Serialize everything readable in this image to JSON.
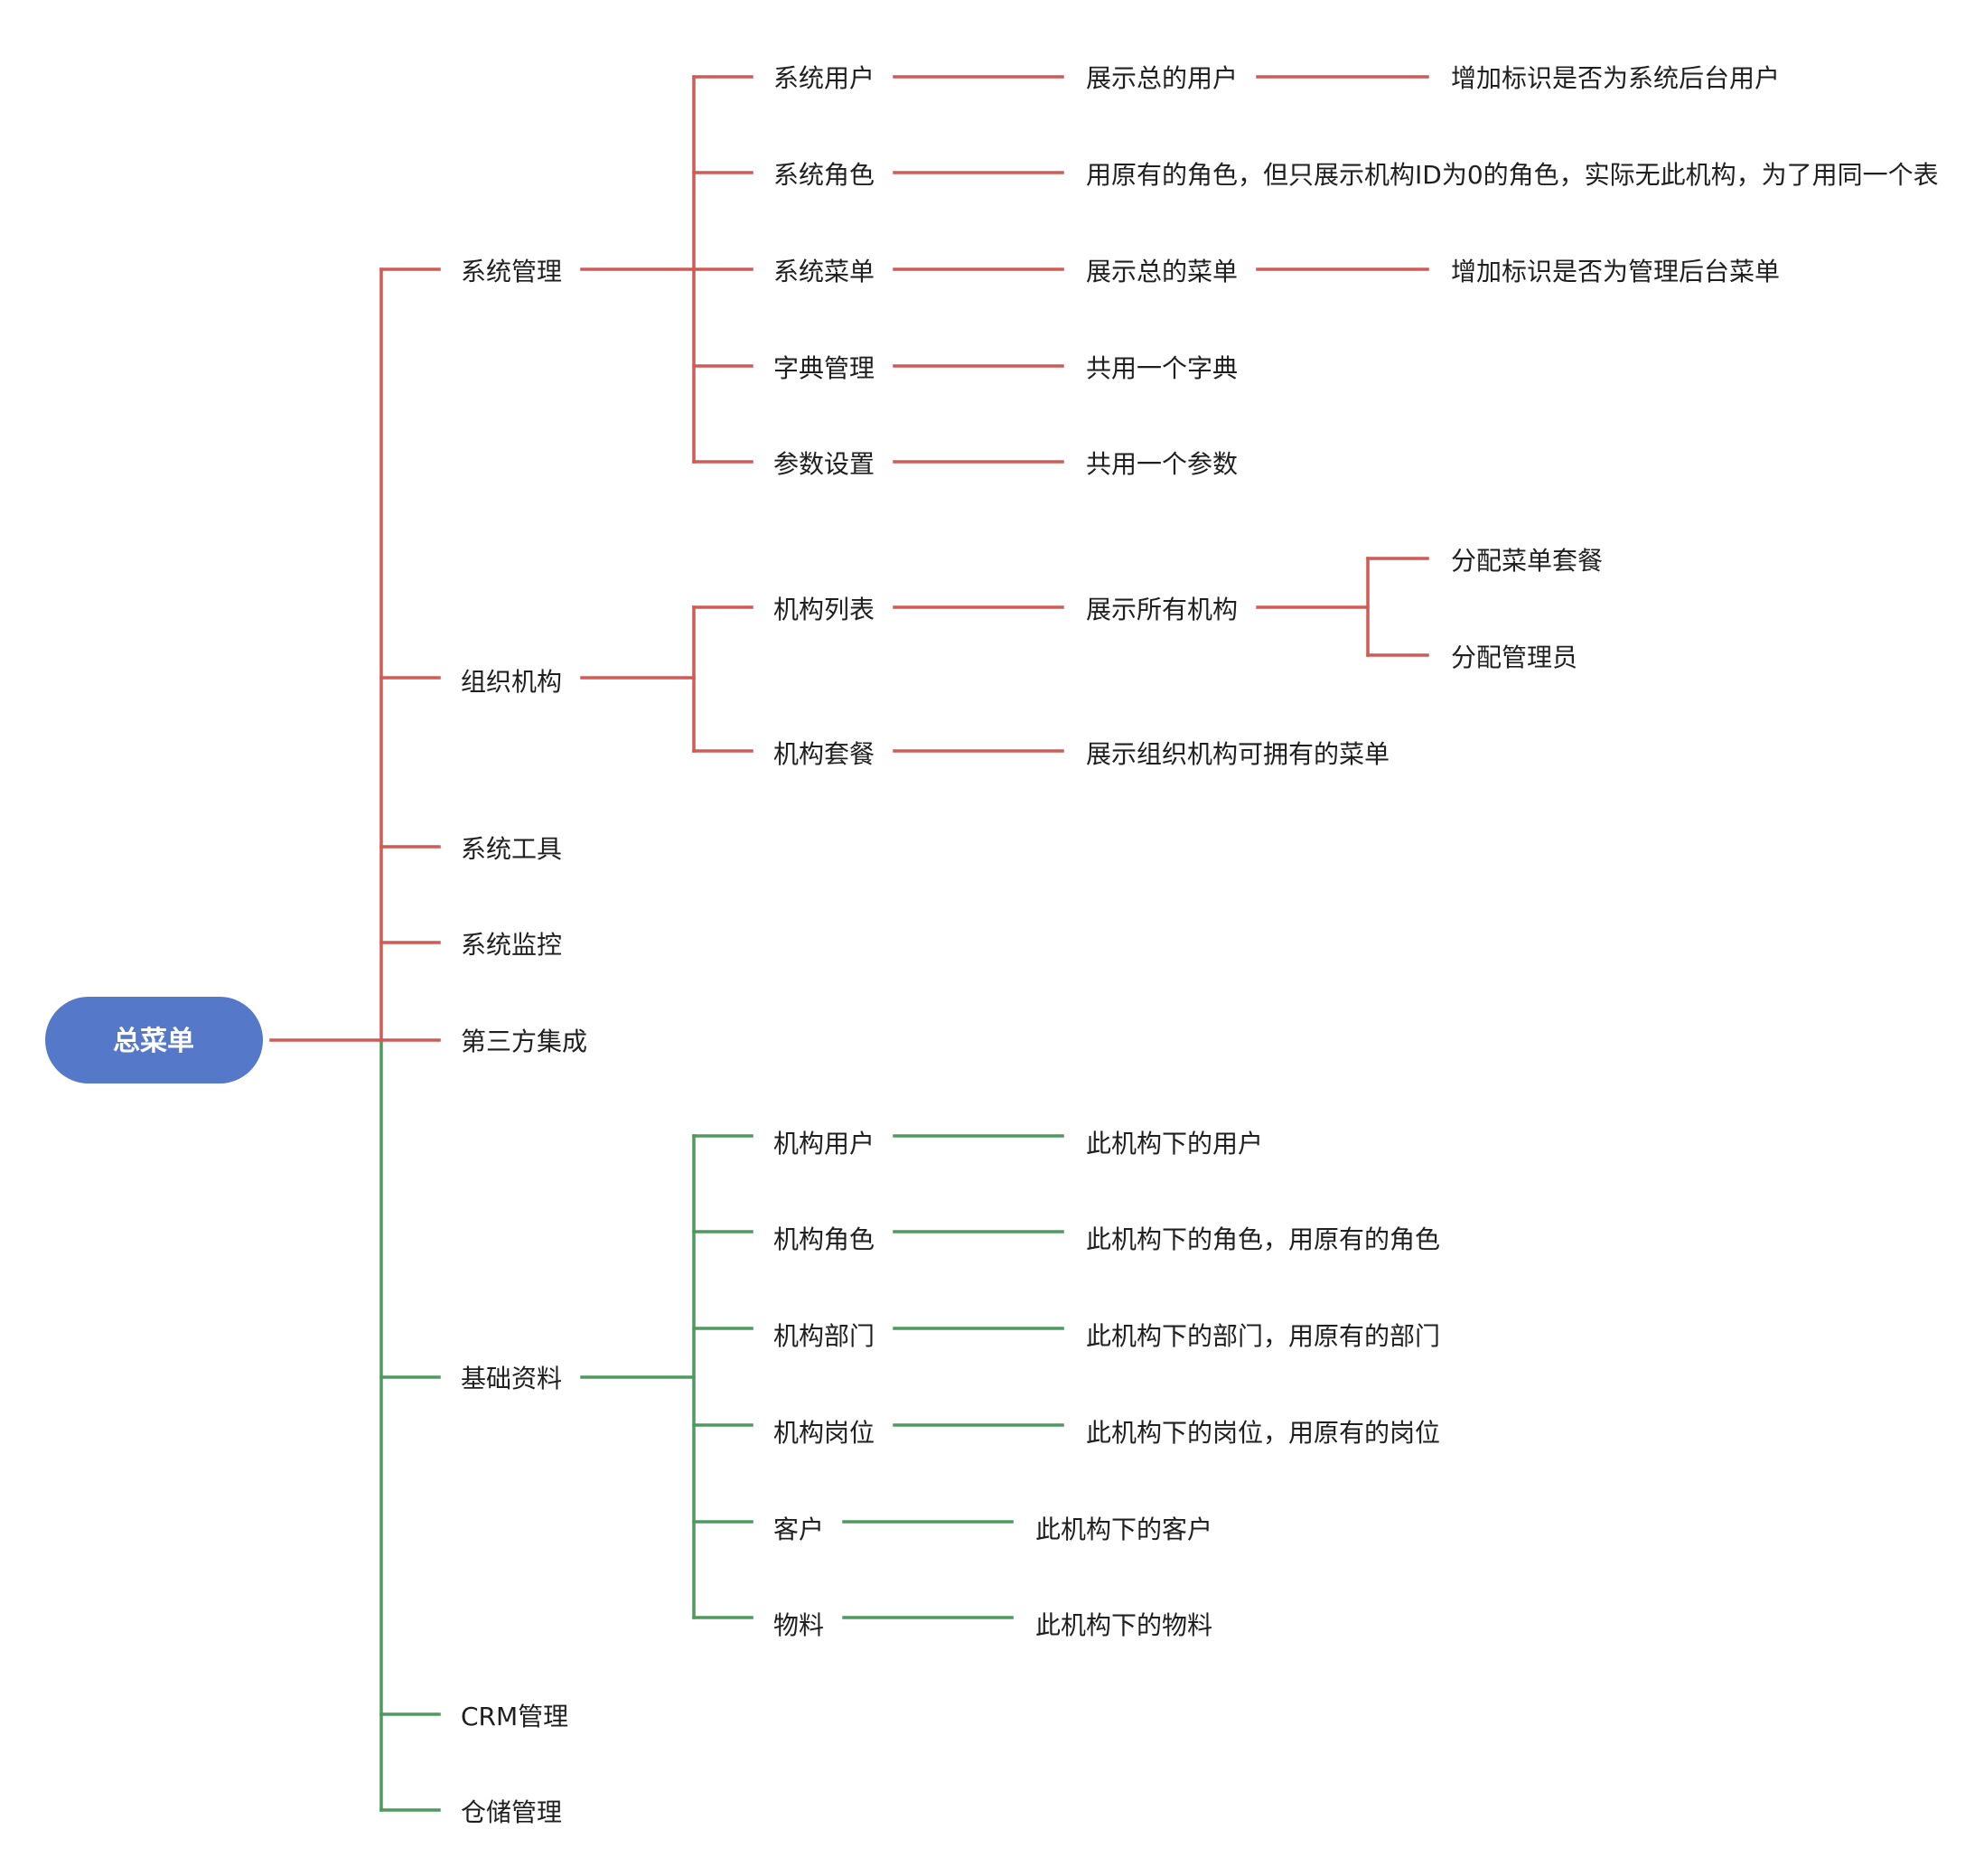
{
  "colors": {
    "root_fill": "#5578C8",
    "red": "#D05A55",
    "green": "#4E9A5E",
    "text": "#1f1f1f",
    "root_text": "#ffffff"
  },
  "root": {
    "label": "总菜单"
  },
  "nodes": {
    "sysmgmt": "系统管理",
    "sysuser": "系统用户",
    "showusers": "展示总的用户",
    "addflag_user": "增加标识是否为系统后台用户",
    "sysrole": "系统角色",
    "role_desc": "用原有的角色，但只展示机构ID为0的角色，实际无此机构，为了用同一个表",
    "sysmenu": "系统菜单",
    "showmenus": "展示总的菜单",
    "addflag_menu": "增加标识是否为管理后台菜单",
    "dict": "字典管理",
    "dict_desc": "共用一个字典",
    "params": "参数设置",
    "params_desc": "共用一个参数",
    "org": "组织机构",
    "orglist": "机构列表",
    "showorgs": "展示所有机构",
    "assign_pkg": "分配菜单套餐",
    "assign_admin": "分配管理员",
    "orgpkg": "机构套餐",
    "orgpkg_desc": "展示组织机构可拥有的菜单",
    "systools": "系统工具",
    "sysmon": "系统监控",
    "thirdparty": "第三方集成",
    "basic": "基础资料",
    "orguser": "机构用户",
    "orguser_desc": "此机构下的用户",
    "orgrole": "机构角色",
    "orgrole_desc": "此机构下的角色，用原有的角色",
    "orgdept": "机构部门",
    "orgdept_desc": "此机构下的部门，用原有的部门",
    "orgpost": "机构岗位",
    "orgpost_desc": "此机构下的岗位，用原有的岗位",
    "customer": "客户",
    "customer_desc": "此机构下的客户",
    "material": "物料",
    "material_desc": "此机构下的物料",
    "crm": "CRM管理",
    "warehouse": "仓储管理"
  }
}
